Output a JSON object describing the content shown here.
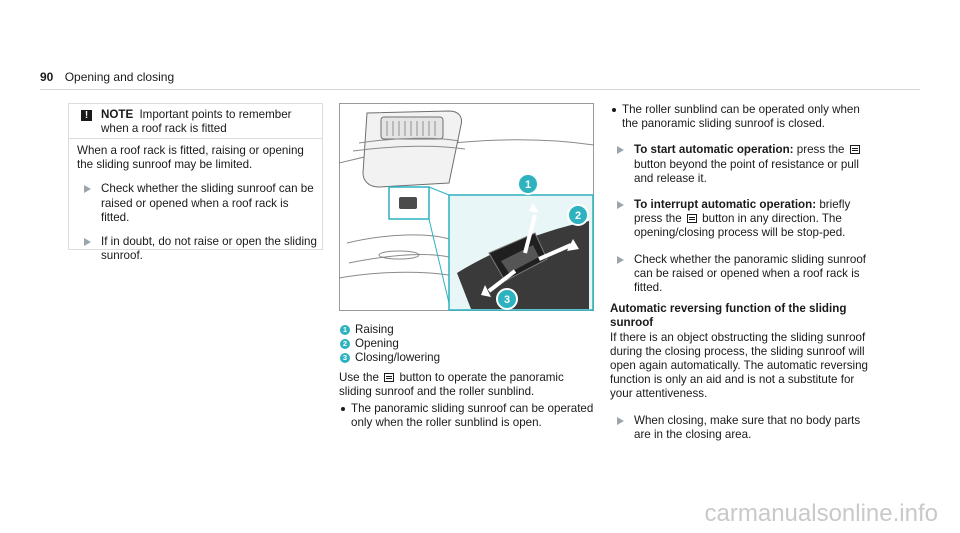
{
  "header": {
    "page_number": "90",
    "title": "Opening and closing"
  },
  "note": {
    "icon": "exclamation-icon",
    "label": "NOTE",
    "title": "Important points to remember when a roof rack is fitted",
    "body": "When a roof rack is fitted, raising or opening the sliding sunroof may be limited.",
    "steps": [
      "Check whether the sliding sunroof can be raised or opened when a roof rack is fitted.",
      "If in doubt, do not raise or open the sliding sunroof."
    ]
  },
  "figure": {
    "callouts": [
      "1",
      "2",
      "3"
    ],
    "accent_color": "#2db2c0"
  },
  "legend": [
    {
      "num": "1",
      "label": "Raising"
    },
    {
      "num": "2",
      "label": "Opening"
    },
    {
      "num": "3",
      "label": "Closing/lowering"
    }
  ],
  "col2": {
    "use_pre": "Use the",
    "use_post": "button to operate the panoramic sliding sunroof and the roller sunblind.",
    "bullets": [
      "The panoramic sliding sunroof can be operated only when the roller sunblind is open."
    ]
  },
  "col3": {
    "bullet": "The roller sunblind can be operated only when the panoramic sliding sunroof is closed.",
    "step_auto_start": {
      "lead": "To start automatic operation:",
      "pre": "press the",
      "post": "button beyond the point of resistance or pull and release it."
    },
    "step_auto_interrupt": {
      "lead": "To interrupt automatic operation:",
      "pre": "briefly press the",
      "post": "button in any direction. The opening/closing process will be stop-ped."
    },
    "step_check": "Check whether the panoramic sliding sunroof can be raised or opened when a roof rack is fitted.",
    "heading": "Automatic reversing function of the sliding sunroof",
    "paragraph": "If there is an object obstructing the sliding sunroof during the closing process, the sliding sunroof will open again automatically. The automatic reversing function is only an aid and is not a substitute for your attentiveness.",
    "step_closing": "When closing, make sure that no body parts are in the closing area."
  },
  "watermark": "carmanualsonline.info"
}
